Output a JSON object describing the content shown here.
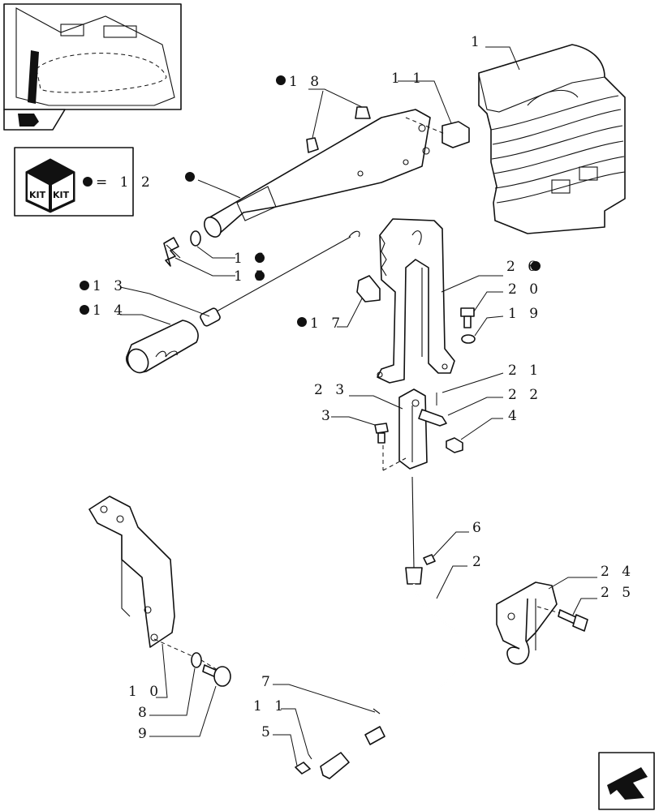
{
  "callouts": {
    "c1": "1",
    "c18": "1 8",
    "c11a": "1 1",
    "kit_eq": "= 1 2",
    "c16": "1 6",
    "c15": "1 5",
    "c26": "2 6",
    "c20": "2 0",
    "c19": "1 9",
    "c13": "1 3",
    "c14": "1 4",
    "c17": "1 7",
    "c21": "2 1",
    "c22": "2 2",
    "c23": "2 3",
    "c3": "3",
    "c4": "4",
    "c6": "6",
    "c2": "2",
    "c24": "2 4",
    "c25": "2 5",
    "c10": "1 0",
    "c8": "8",
    "c9": "9",
    "c7": "7",
    "c11b": "1 1",
    "c5": "5"
  },
  "kit_box": {
    "word_left": "KIT",
    "word_right": "KIT"
  },
  "colors": {
    "ink": "#111111",
    "paper": "#ffffff"
  },
  "icons": [
    "parking-brake-thumbnail",
    "kit-cube-icon",
    "bullet-dot",
    "navigation-arrow-icon"
  ]
}
